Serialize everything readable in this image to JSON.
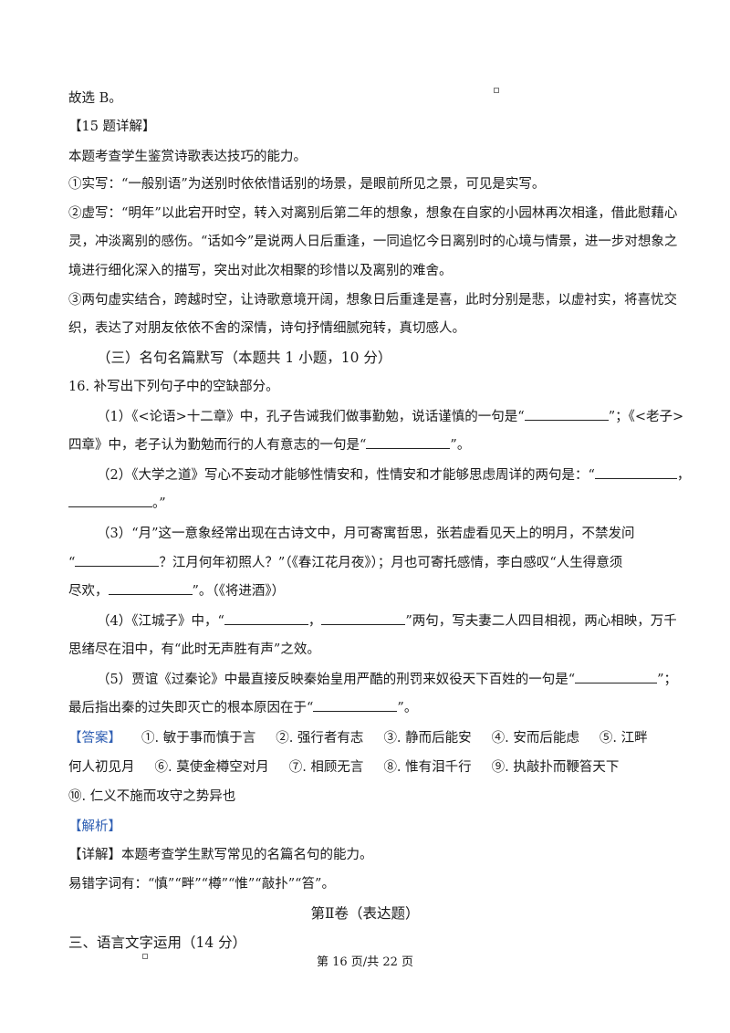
{
  "p1": "故选 B。",
  "h15": "【15 题详解】",
  "l15a": "本题考查学生鉴赏诗歌表达技巧的能力。",
  "l15b": "①实写：“一般别语”为送别时依依惜话别的场景，是眼前所见之景，可见是实写。",
  "l15c1": "②虚写：“明年”以此宕开时空，转入对离别后第二年的想象，想象在自家的小园林再次相逢，借此慰藉心",
  "l15c2": "灵，冲淡离别的感伤。“话如今”是说两人日后重逢，一同追忆今日离别时的心境与情景，进一步对想象之",
  "l15c3": "境进行细化深入的描写，突出对此次相聚的珍惜以及离别的难舍。",
  "l15d1": "③两句虚实结合，跨越时空，让诗歌意境开阔，想象日后重逢是喜，此时分别是悲，以虚衬实，将喜忧交",
  "l15d2": "织，表达了对朋友依依不舍的深情，诗句抒情细腻宛转，真切感人。",
  "sec3": "（三）名句名篇默写（本题共 1 小题，10 分）",
  "q16": "16. 补写出下列句子中的空缺部分。",
  "q1a": "（1）《<论语>十二章》中，孔子告诫我们做事勤勉，说话谨慎的一句是“",
  "q1b": "”；《<老子>",
  "q1c": "四章》中，老子认为勤勉而行的人有意志的一句是“",
  "q1d": "”。",
  "q2a": "（2）《大学之道》写心不妄动才能够性情安和，性情安和才能够思虑周详的两句是：“",
  "q2b": "，",
  "q2c": "。”",
  "q3a": "（3）“月”这一意象经常出现在古诗文中，月可寄寓哲思，张若虚看见天上的明月，不禁发问",
  "q3b": "“",
  "q3c": "？江月何年初照人？”（《春江花月夜》）；月也可寄托感情，李白感叹“人生得意须",
  "q3d": "尽欢，",
  "q3e": "”。（《将进酒》）",
  "q4a": "（4）《江城子》中，“",
  "q4b": "，",
  "q4c": "”两句，写夫妻二人四目相视，两心相映，万千",
  "q4d": "思绪尽在泪中，有“此时无声胜有声”之效。",
  "q5a": "（5）贾谊《过秦论》中最直接反映秦始皇用严酷的刑罚来奴役天下百姓的一句是“",
  "q5b": "”；",
  "q5c": "最后指出秦的过失即灭亡的根本原因在于“",
  "q5d": "”。",
  "ans_label": "【答案】",
  "ans1": [
    "①. 敏于事而慎于言",
    "②. 强行者有志",
    "③. 静而后能安",
    "④. 安而后能虑",
    "⑤. 江畔"
  ],
  "ans2": [
    "何人初见月",
    "⑥. 莫使金樽空对月",
    "⑦. 相顾无言",
    "⑧. 惟有泪千行",
    "⑨. 执敲扑而鞭笞天下"
  ],
  "ans3": "⑩. 仁义不施而攻守之势异也",
  "jx_label": "【解析】",
  "xj": "【详解】本题考查学生默写常见的名篇名句的能力。",
  "yc": "易错字词有：“慎”“畔”“樽”“惟”“敲扑”“笞”。",
  "vol2": "第Ⅱ卷（表达题）",
  "sec_lang": "三、语言文字运用（14 分）",
  "footer": "第 16 页/共 22 页"
}
